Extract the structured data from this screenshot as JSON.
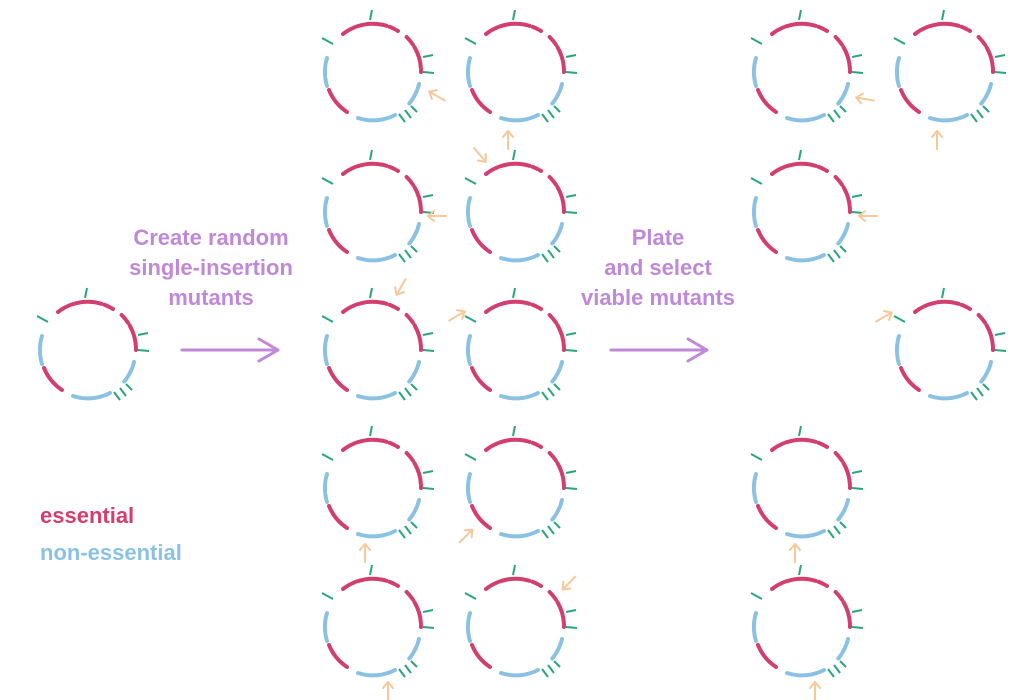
{
  "steps": [
    {
      "lines": [
        "Create random",
        "single-insertion",
        "mutants"
      ]
    },
    {
      "lines": [
        "Plate",
        "and select",
        "viable mutants"
      ]
    }
  ],
  "legend": {
    "essential": "essential",
    "non_essential": "non-essential"
  },
  "colors": {
    "essential": "#d23f6e",
    "non_essential": "#8bc2e4",
    "boundary_tick": "#2aa57c",
    "insertion_arrow": "#f6c89a",
    "process_arrow": "#c089d8",
    "label": "#c089d8"
  },
  "icons": {
    "genome": "circular-genome-icon",
    "insertion": "insertion-arrow-icon",
    "process": "process-arrow-icon"
  }
}
